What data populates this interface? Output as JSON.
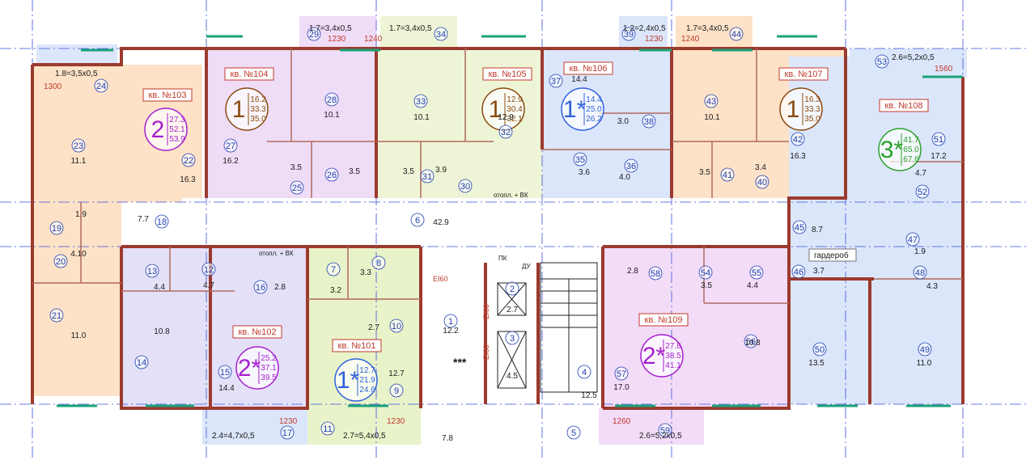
{
  "colors": {
    "wall": "#9b3a2e",
    "window": "#1aa37a",
    "grid": "#3a50d9",
    "kv101": "#e9f3c9",
    "kv102": "#e4e0f7",
    "kv103": "#fde2c7",
    "kv104": "#efdcf6",
    "kv105": "#eef5d6",
    "kv106": "#dce6fb",
    "kv107": "#fde2c7",
    "kv108": "#dce6fb",
    "kv109": "#f3dcf7",
    "common": "#ffffff",
    "badge_orange": "#e07b1a",
    "badge_purple": "#a51fd0",
    "badge_blue": "#2f62d9",
    "badge_green": "#2aa02a",
    "badge_brown": "#8a4a10"
  },
  "apartments": [
    {
      "id": "kv101",
      "name": "кв. №101",
      "rooms": "1*",
      "a": "12.7",
      "b": "21.9",
      "c": "24.6",
      "badge": "badge_blue"
    },
    {
      "id": "kv102",
      "name": "кв. №102",
      "rooms": "2*",
      "a": "25.2",
      "b": "37.1",
      "c": "39.5",
      "badge": "badge_purple"
    },
    {
      "id": "kv103",
      "name": "кв. №103",
      "rooms": "2",
      "a": "27.3",
      "b": "52.1",
      "c": "53.9",
      "badge": "badge_purple"
    },
    {
      "id": "kv104",
      "name": "кв. №104",
      "rooms": "1",
      "a": "16.2",
      "b": "33.3",
      "c": "35.0",
      "badge": "badge_brown"
    },
    {
      "id": "kv105",
      "name": "кв. №105",
      "rooms": "1",
      "a": "12.9",
      "b": "30.4",
      "c": "32.1",
      "badge": "badge_brown"
    },
    {
      "id": "kv106",
      "name": "кв. №106",
      "rooms": "1*",
      "a": "14.4",
      "b": "25.0",
      "c": "26.2",
      "badge": "badge_blue"
    },
    {
      "id": "kv107",
      "name": "кв. №107",
      "rooms": "1",
      "a": "16.3",
      "b": "33.3",
      "c": "35.0",
      "badge": "badge_brown"
    },
    {
      "id": "kv108",
      "name": "кв. №108",
      "rooms": "3*",
      "a": "41.7",
      "b": "65.0",
      "c": "67.6",
      "badge": "badge_green"
    },
    {
      "id": "kv109",
      "name": "кв. №109",
      "rooms": "2*",
      "a": "27.8",
      "b": "38.5",
      "c": "41.1",
      "badge": "badge_purple"
    }
  ],
  "room_numbers": [
    "1",
    "2",
    "3",
    "4",
    "5",
    "6",
    "7",
    "8",
    "9",
    "10",
    "11",
    "12",
    "13",
    "14",
    "15",
    "16",
    "17",
    "18",
    "19",
    "20",
    "21",
    "22",
    "23",
    "24",
    "25",
    "26",
    "27",
    "28",
    "29",
    "30",
    "31",
    "32",
    "33",
    "34",
    "35",
    "36",
    "37",
    "38",
    "39",
    "40",
    "41",
    "42",
    "43",
    "44",
    "45",
    "46",
    "47",
    "48",
    "49",
    "50",
    "51",
    "52",
    "53",
    "54",
    "55",
    "56",
    "57",
    "58",
    "59"
  ],
  "areas": [
    "12.2",
    "2.7",
    "4.5",
    "12.5",
    "7.8",
    "42.9",
    "3.3",
    "3.2",
    "2.7",
    "12.7",
    "4.4",
    "4.7",
    "2.8",
    "10.8",
    "14.4",
    "11.0",
    "4.10",
    "1.9",
    "7.7",
    "11.1",
    "16.3",
    "16.2",
    "3.5",
    "3.5",
    "10.1",
    "10.1",
    "3.5",
    "3.9",
    "12.9",
    "14.4",
    "3.0",
    "3.6",
    "4.0",
    "10.1",
    "3.5",
    "3.4",
    "16.3",
    "4.7",
    "8.7",
    "1.9",
    "4.3",
    "3.7",
    "17.2",
    "11.0",
    "13.5",
    "10.8",
    "4.4",
    "3.5",
    "2.8",
    "17.0"
  ],
  "balconies": [
    "1.8=3,5x0,5",
    "1.7=3,4x0,5",
    "1.7=3,4x0,5",
    "1.2=2,4x0,5",
    "1.7=3,4x0,5",
    "2.6=5,2x0,5",
    "2.4=4,7x0,5",
    "2.7=5,4x0,5",
    "2.6=5,2x0,5"
  ],
  "dims": [
    "1300",
    "1230",
    "1240",
    "1230",
    "1240",
    "1560",
    "1230",
    "1230",
    "1260"
  ],
  "misc": {
    "wardrobe": "гардероб",
    "stair_note": "***",
    "vent1": "отопл. + ВК",
    "vent2": "отопл. + ВК",
    "ei60": "EI60",
    "ei60_b": "EI60",
    "ei60_c": "EI60",
    "pk": "ПК",
    "du": "ДУ"
  }
}
